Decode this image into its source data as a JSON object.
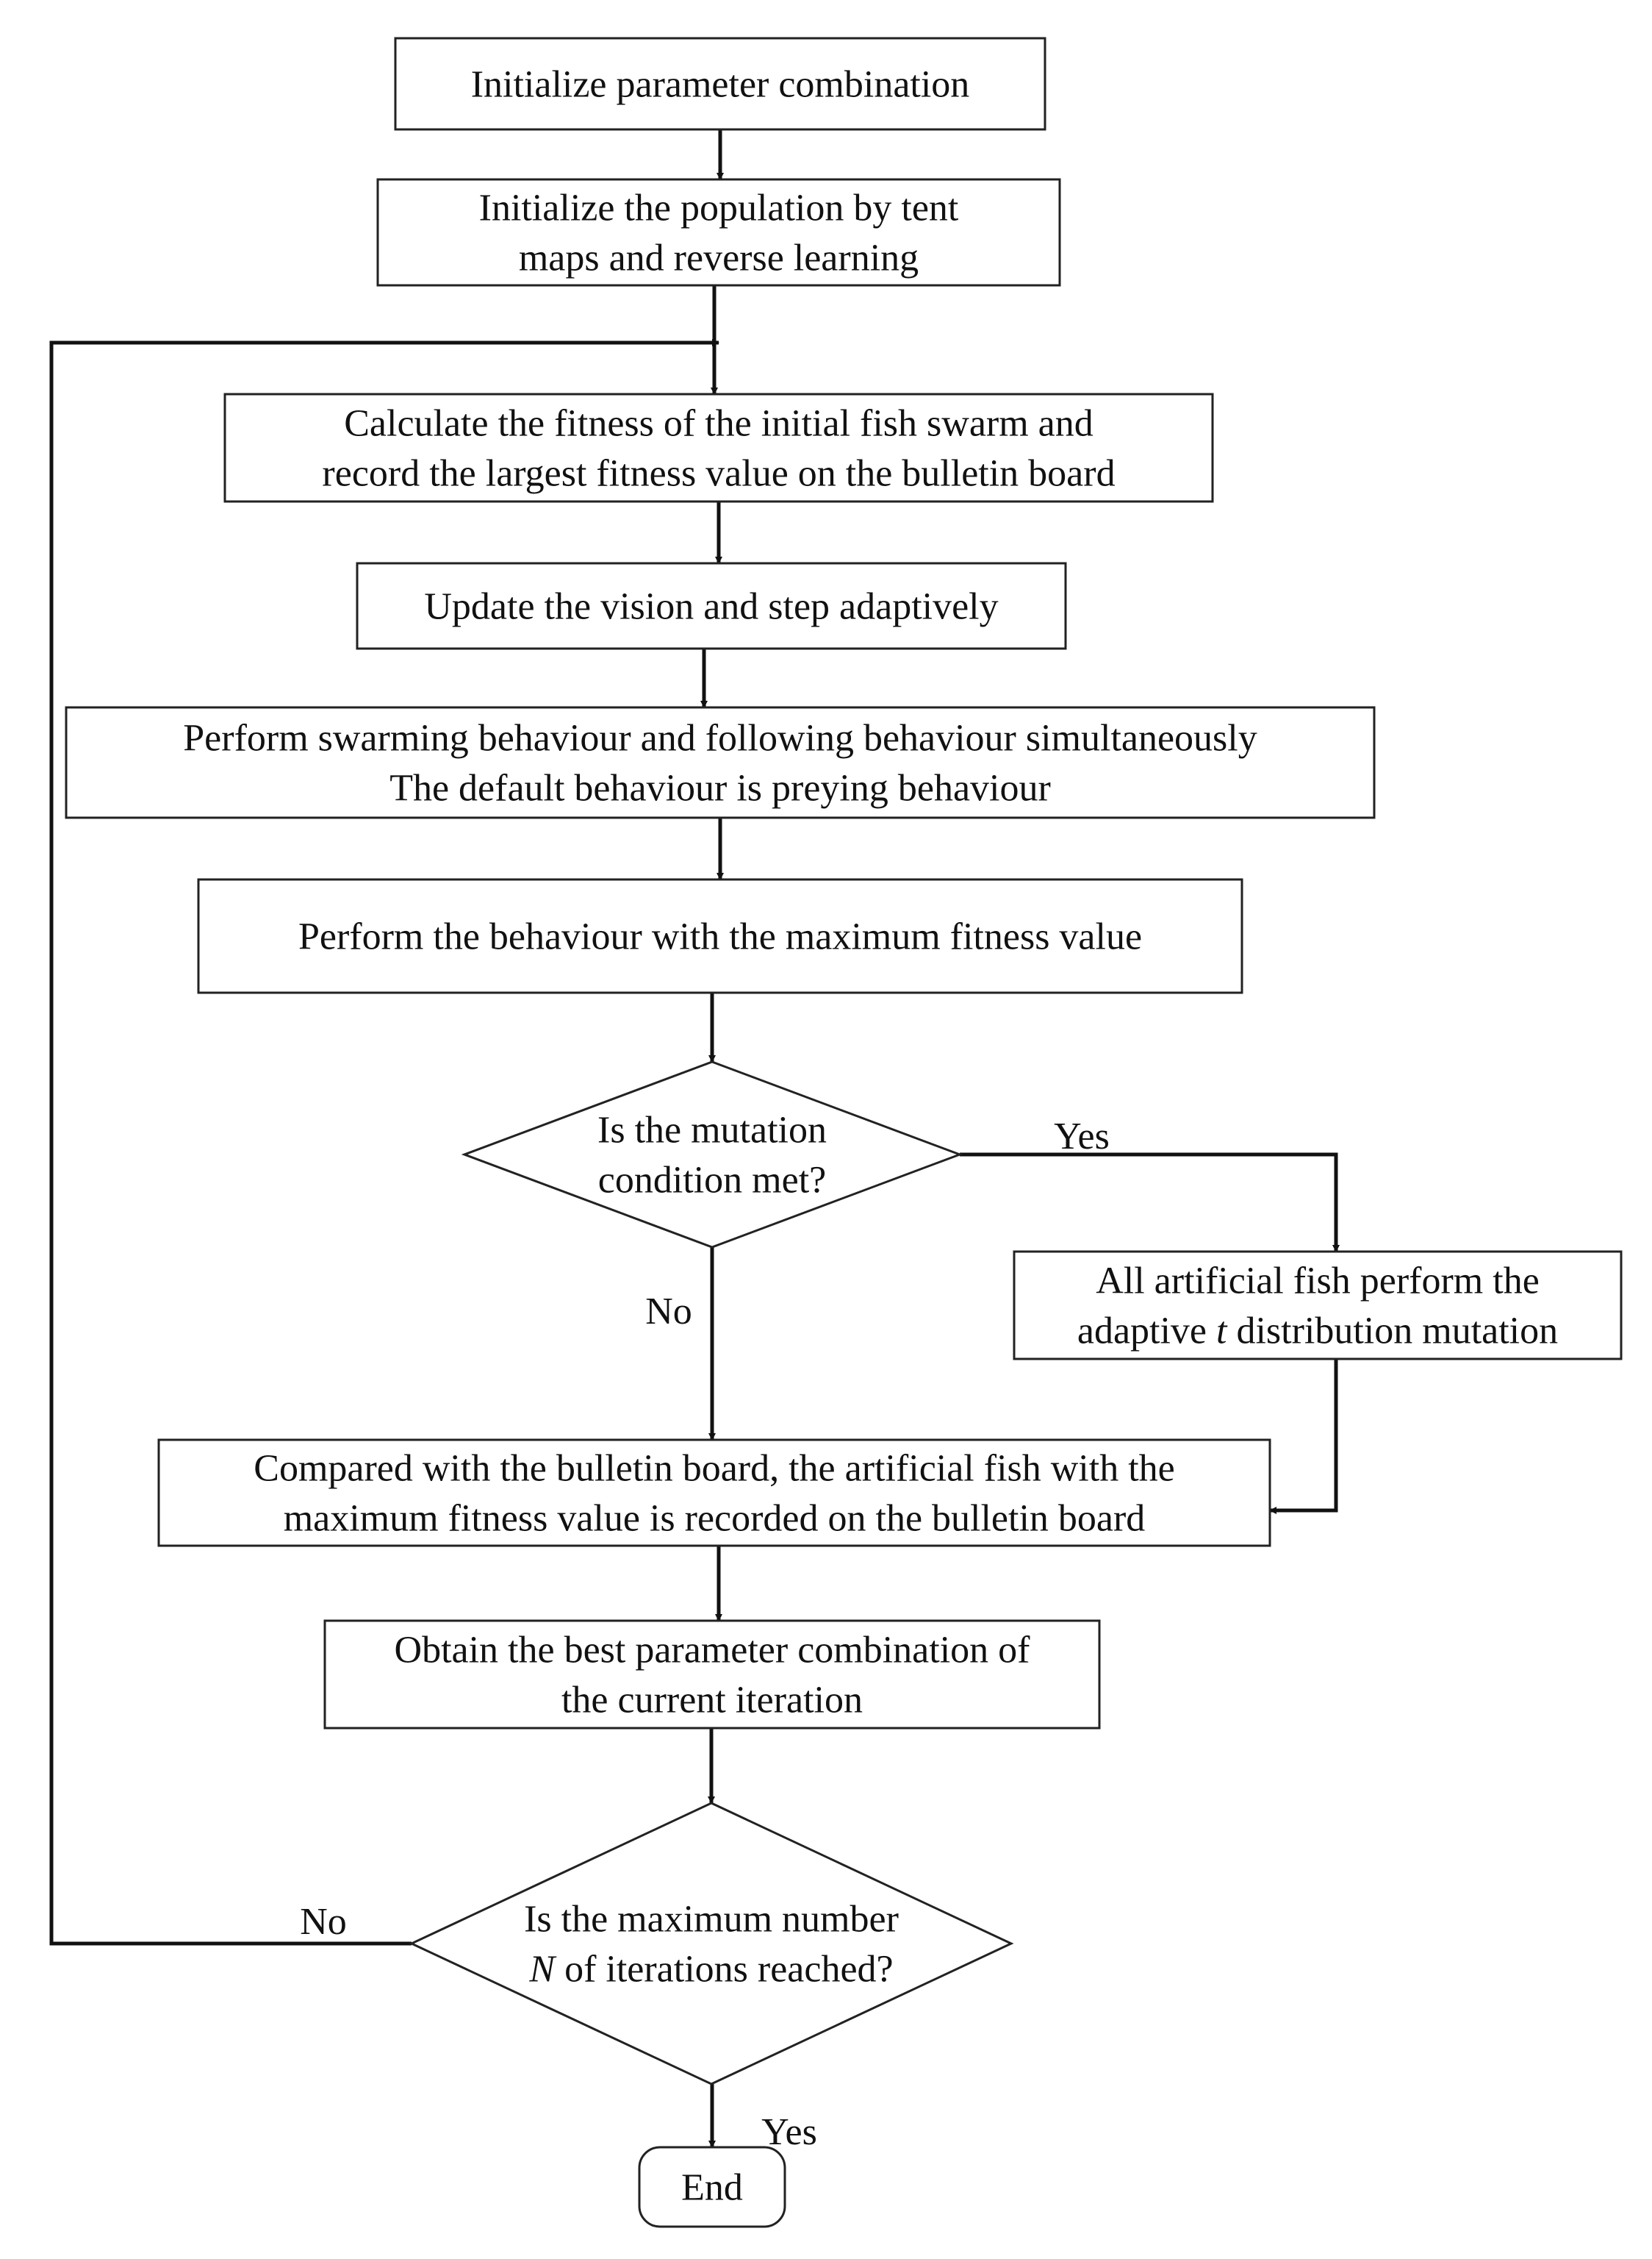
{
  "diagram": {
    "colors": {
      "line": "#111111",
      "box_border": "#222222",
      "text": "#111111",
      "background": "#ffffff"
    },
    "nodes": {
      "init_params": {
        "shape": "rect",
        "lines": [
          "Initialize parameter combination"
        ]
      },
      "init_population": {
        "shape": "rect",
        "lines": [
          "Initialize the population by tent",
          "maps and reverse learning"
        ]
      },
      "calc_fitness": {
        "shape": "rect",
        "lines": [
          "Calculate the fitness of the initial fish swarm and",
          "record the largest fitness value on the bulletin board"
        ]
      },
      "update_vision": {
        "shape": "rect",
        "lines": [
          "Update the vision and step adaptively"
        ]
      },
      "perform_swarming": {
        "shape": "rect",
        "lines": [
          "Perform swarming behaviour and following behaviour simultaneously",
          "The default behaviour is preying behaviour"
        ]
      },
      "perform_max": {
        "shape": "rect",
        "lines": [
          "Perform the behaviour with the maximum fitness value"
        ]
      },
      "mutation_decision": {
        "shape": "diamond",
        "lines": [
          "Is the mutation",
          "condition met?"
        ]
      },
      "mutation": {
        "shape": "rect",
        "lines": [
          [
            {
              "t": "All artificial fish perform the"
            }
          ],
          [
            {
              "t": "adaptive "
            },
            {
              "t": "t",
              "i": true
            },
            {
              "t": " distribution mutation"
            }
          ]
        ]
      },
      "compare_board": {
        "shape": "rect",
        "lines": [
          "Compared with the bulletin board, the artificial fish with the",
          "maximum fitness value is recorded on the bulletin board"
        ]
      },
      "best_params": {
        "shape": "rect",
        "lines": [
          "Obtain the best parameter combination of",
          "the  current iteration"
        ]
      },
      "max_iter_decision": {
        "shape": "diamond",
        "lines": [
          [
            {
              "t": "Is the maximum number"
            }
          ],
          [
            {
              "t": "N",
              "i": true
            },
            {
              "t": " of iterations reached?"
            }
          ]
        ]
      },
      "end": {
        "shape": "rounded",
        "lines": [
          "End"
        ]
      }
    },
    "edges": [
      {
        "from": "init_params",
        "to": "init_population"
      },
      {
        "from": "init_population",
        "to": "calc_fitness"
      },
      {
        "from": "calc_fitness",
        "to": "update_vision"
      },
      {
        "from": "update_vision",
        "to": "perform_swarming"
      },
      {
        "from": "perform_swarming",
        "to": "perform_max"
      },
      {
        "from": "perform_max",
        "to": "mutation_decision"
      },
      {
        "from": "mutation_decision",
        "to": "mutation",
        "label": "Yes"
      },
      {
        "from": "mutation_decision",
        "to": "compare_board",
        "label": "No"
      },
      {
        "from": "mutation",
        "to": "compare_board"
      },
      {
        "from": "compare_board",
        "to": "best_params"
      },
      {
        "from": "best_params",
        "to": "max_iter_decision"
      },
      {
        "from": "max_iter_decision",
        "to": "end",
        "label": "Yes"
      },
      {
        "from": "max_iter_decision",
        "to": "calc_fitness",
        "label": "No"
      }
    ]
  }
}
